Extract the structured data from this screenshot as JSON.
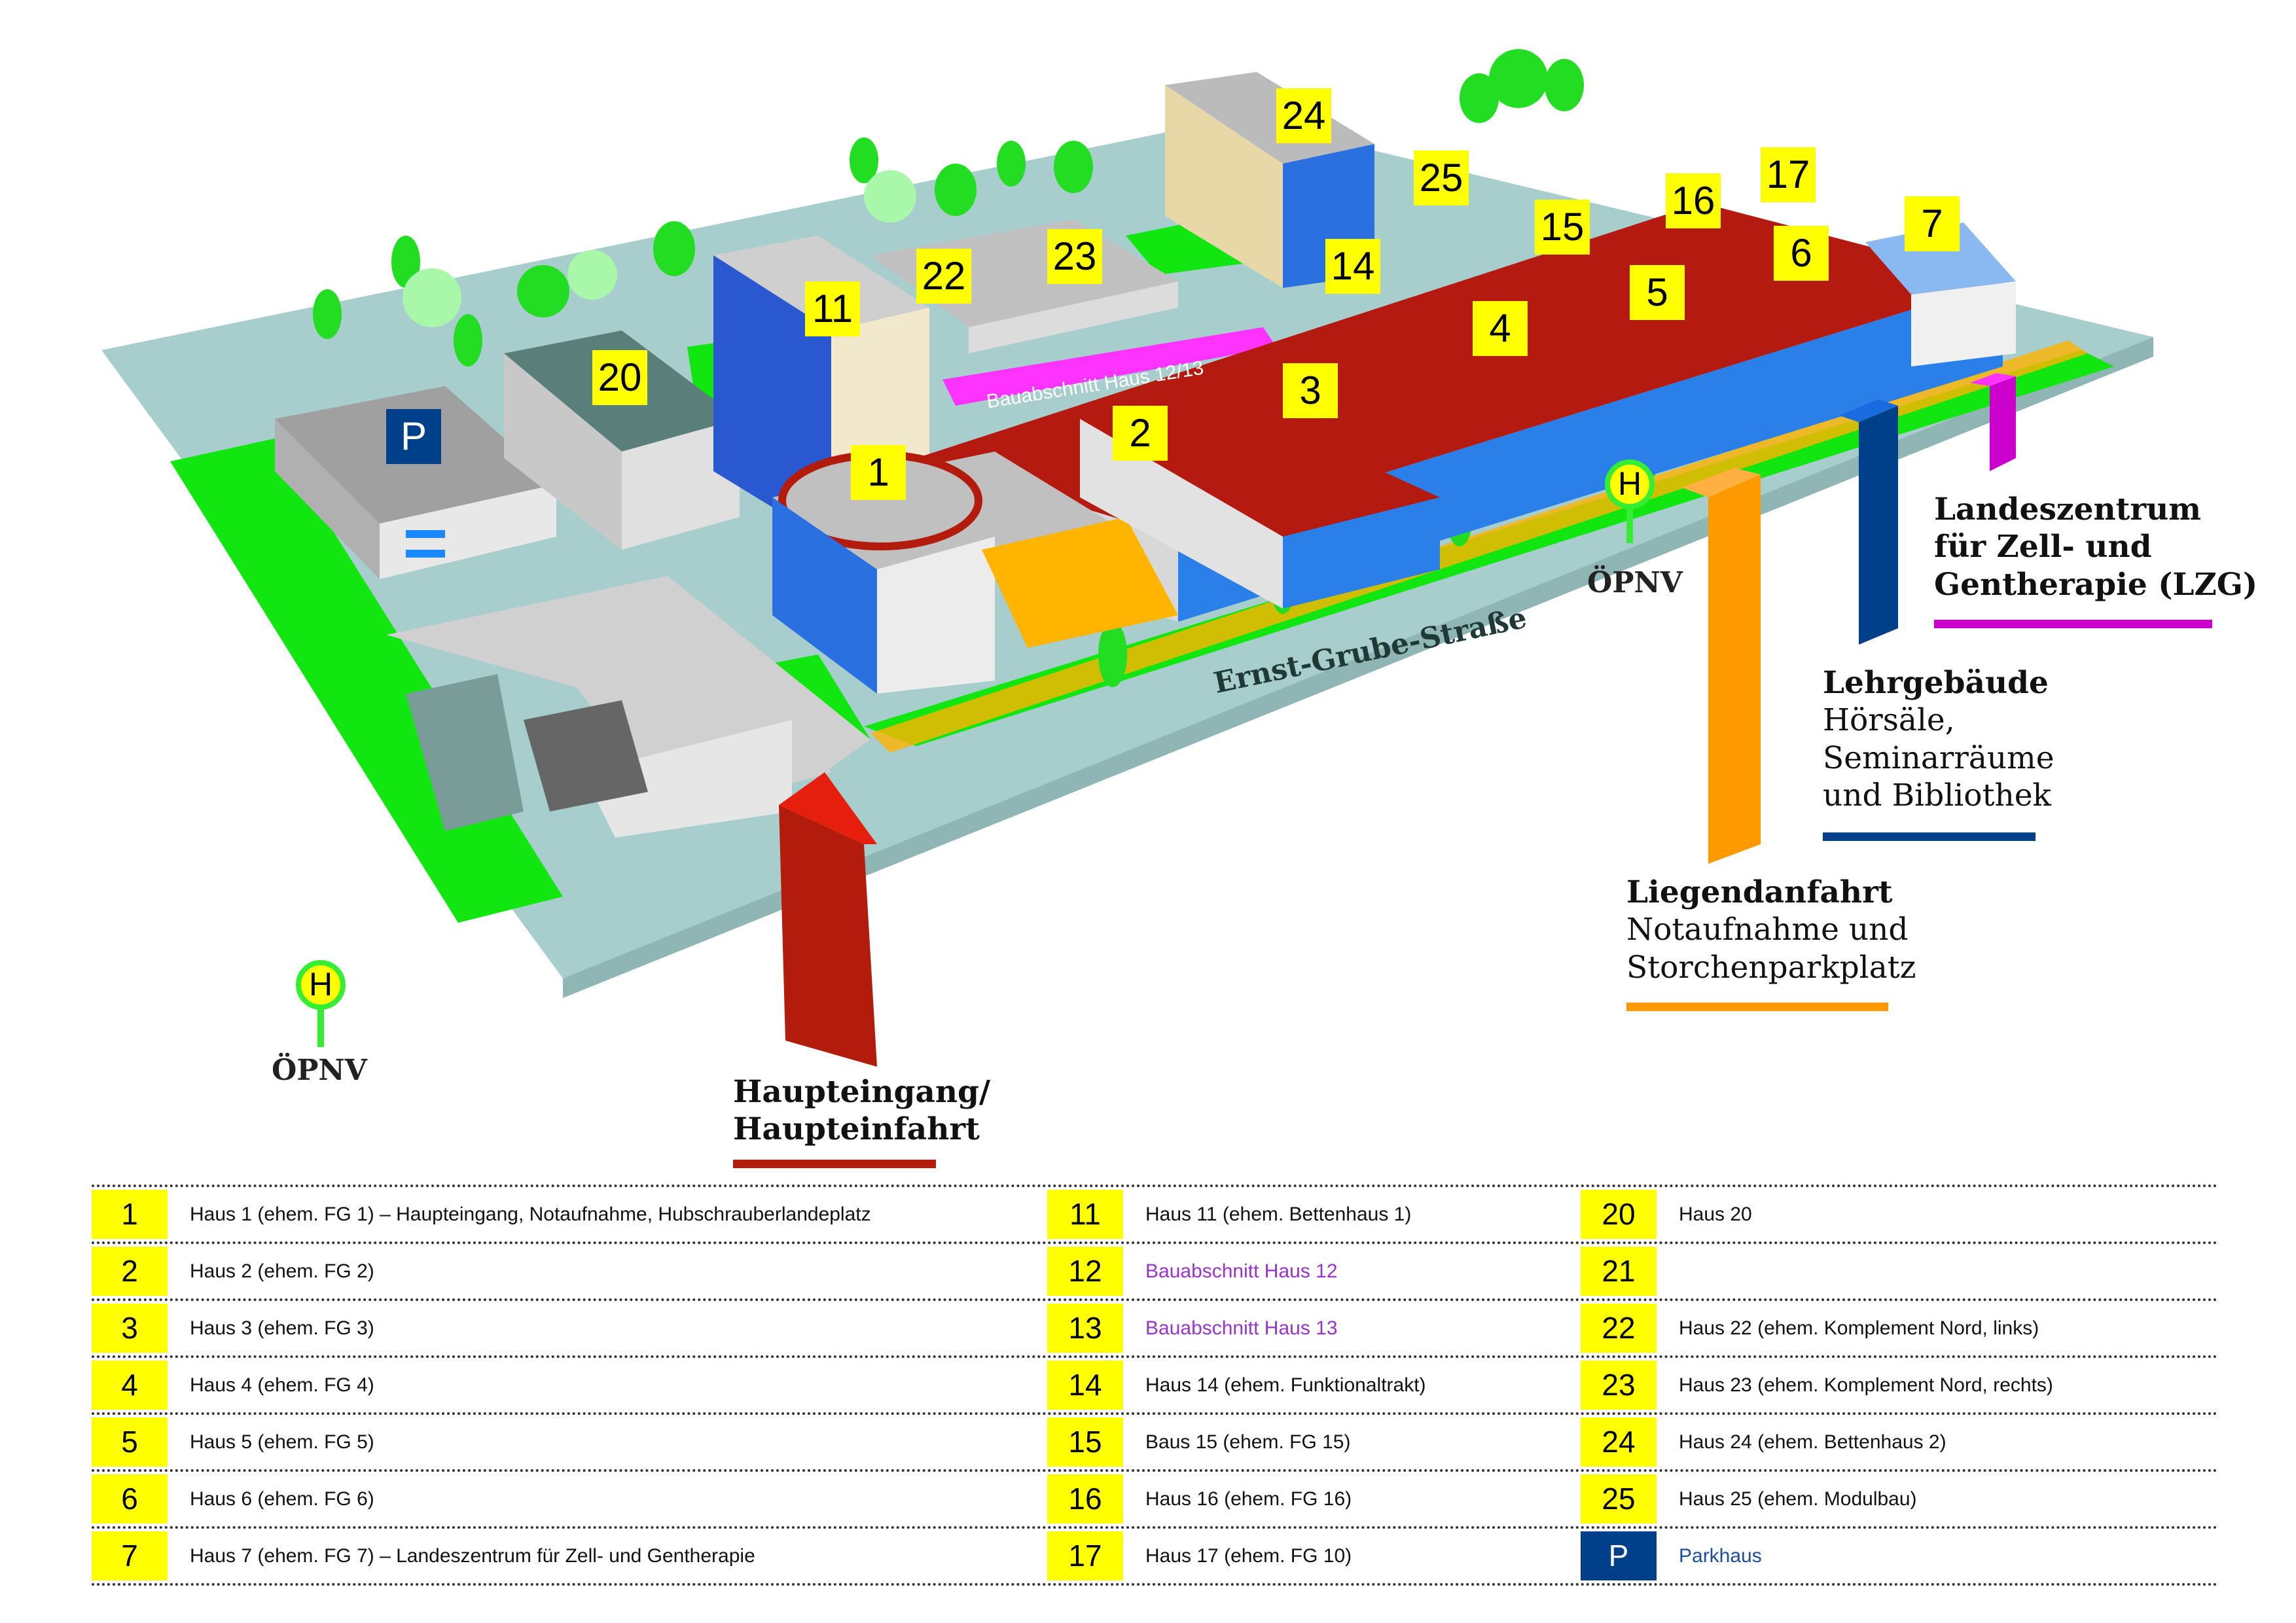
{
  "map": {
    "street_label": "Ernst-Grube-Straße",
    "construction_band": "Bauabschnitt Haus 12/13",
    "oepnv_label": "ÖPNV",
    "stop_letter": "H",
    "building_numbers": [
      "1",
      "2",
      "3",
      "4",
      "5",
      "6",
      "7",
      "11",
      "14",
      "15",
      "16",
      "17",
      "20",
      "22",
      "23",
      "24",
      "25"
    ],
    "parking_letter": "P"
  },
  "entrances": {
    "main": {
      "title_line1": "Haupteingang/",
      "title_line2": "Haupteinfahrt",
      "color": "#b31b0c"
    },
    "emergency": {
      "title": "Liegendanfahrt",
      "line1": "Notaufnahme und",
      "line2": "Storchenparkplatz",
      "color": "#ff9900"
    },
    "teaching": {
      "title": "Lehrgebäude",
      "line1": "Hörsäle,",
      "line2": "Seminarräume",
      "line3": "und Bibliothek",
      "color": "#003f8a"
    },
    "lzg": {
      "title_line1": "Landeszentrum",
      "title_line2": "für Zell- und",
      "title_line3": "Gentherapie (LZG)",
      "color": "#cc00cc"
    }
  },
  "legend": {
    "rows": [
      [
        {
          "num": "1",
          "text": "Haus 1 (ehem. FG 1) – Haupteingang, Notaufnahme, Hubschrauberlandeplatz"
        },
        {
          "num": "11",
          "text": "Haus 11 (ehem. Bettenhaus 1)"
        },
        {
          "num": "20",
          "text": "Haus 20"
        }
      ],
      [
        {
          "num": "2",
          "text": "Haus 2 (ehem. FG 2)"
        },
        {
          "num": "12",
          "text": "Bauabschnitt Haus 12",
          "style": "purple"
        },
        {
          "num": "21",
          "text": ""
        }
      ],
      [
        {
          "num": "3",
          "text": "Haus 3 (ehem. FG 3)"
        },
        {
          "num": "13",
          "text": "Bauabschnitt Haus 13",
          "style": "purple"
        },
        {
          "num": "22",
          "text": "Haus 22 (ehem. Komplement Nord, links)"
        }
      ],
      [
        {
          "num": "4",
          "text": "Haus 4 (ehem. FG 4)"
        },
        {
          "num": "14",
          "text": "Haus 14 (ehem. Funktionaltrakt)"
        },
        {
          "num": "23",
          "text": "Haus 23 (ehem. Komplement Nord, rechts)"
        }
      ],
      [
        {
          "num": "5",
          "text": "Haus 5 (ehem. FG 5)"
        },
        {
          "num": "15",
          "text": "Baus 15 (ehem. FG 15)"
        },
        {
          "num": "24",
          "text": "Haus 24 (ehem. Bettenhaus 2)"
        }
      ],
      [
        {
          "num": "6",
          "text": "Haus 6 (ehem. FG 6)"
        },
        {
          "num": "16",
          "text": "Haus 16 (ehem. FG 16)"
        },
        {
          "num": "25",
          "text": "Haus 25 (ehem. Modulbau)"
        }
      ],
      [
        {
          "num": "7",
          "text": "Haus 7 (ehem. FG 7) – Landeszentrum für Zell- und Gentherapie"
        },
        {
          "num": "17",
          "text": "Haus 17 (ehem. FG 10)"
        },
        {
          "num": "P",
          "text": "Parkhaus",
          "style": "blue",
          "numstyle": "blue"
        }
      ]
    ]
  }
}
